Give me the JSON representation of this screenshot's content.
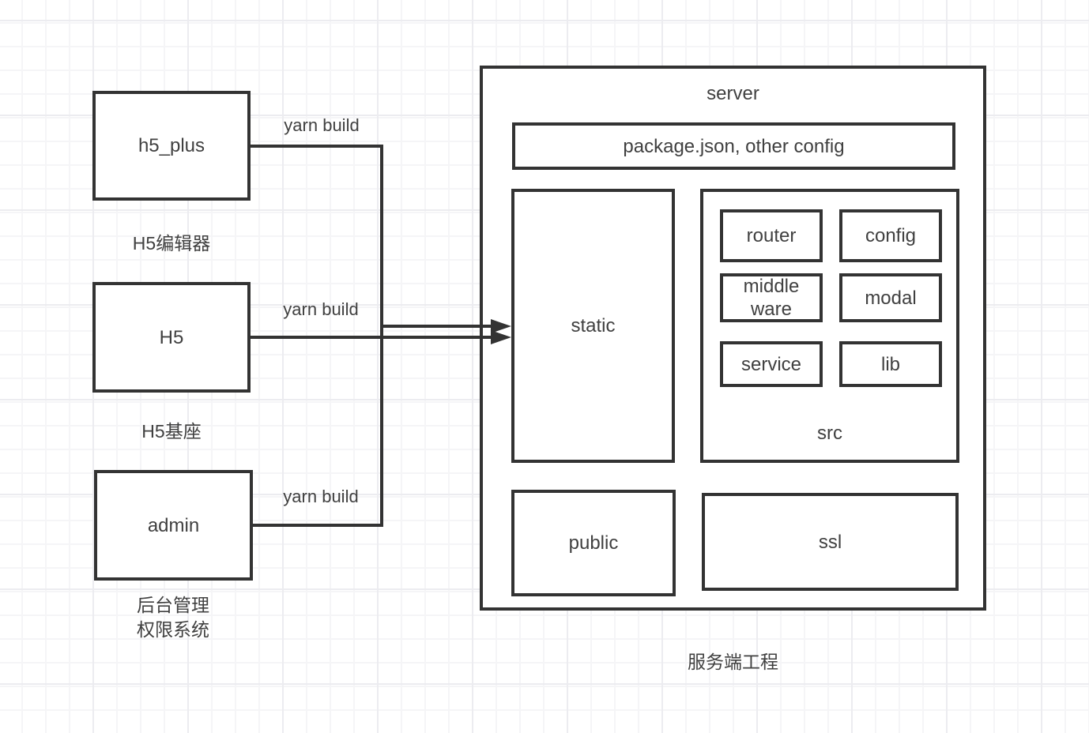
{
  "nodes": {
    "h5_plus": "h5_plus",
    "h5": "H5",
    "admin": "admin",
    "server_title": "server",
    "package_config": "package.json, other config",
    "static": "static",
    "router": "router",
    "config": "config",
    "middleware_line1": "middle",
    "middleware_line2": "ware",
    "modal": "modal",
    "service": "service",
    "lib": "lib",
    "src": "src",
    "public": "public",
    "ssl": "ssl"
  },
  "captions": {
    "h5_plus": "H5编辑器",
    "h5": "H5基座",
    "admin_line1": "后台管理",
    "admin_line2": "权限系统",
    "server": "服务端工程"
  },
  "edge_labels": {
    "from_h5_plus": "yarn build",
    "from_h5": "yarn build",
    "from_admin": "yarn build"
  },
  "colors": {
    "stroke": "#333333",
    "text": "#404040",
    "background": "#ffffff",
    "grid_minor": "#f5f5f7",
    "grid_major": "#ececf0"
  }
}
